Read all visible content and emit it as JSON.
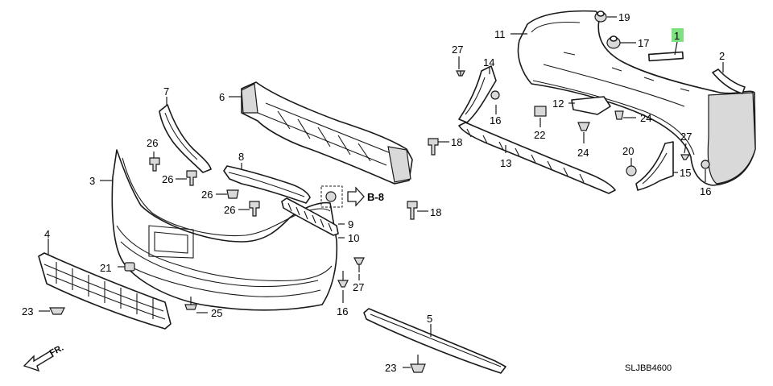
{
  "diagram": {
    "code": "SLJBB4600",
    "reference_label": "B-8",
    "direction_label": "FR.",
    "highlight_color": "#7fe07f",
    "highlighted_callout": "1",
    "callouts": {
      "c1": "1",
      "c2": "2",
      "c3": "3",
      "c4": "4",
      "c5": "5",
      "c6": "6",
      "c7": "7",
      "c8": "8",
      "c9": "9",
      "c10": "10",
      "c11": "11",
      "c12": "12",
      "c13": "13",
      "c14": "14",
      "c15": "15",
      "c16a": "16",
      "c16b": "16",
      "c16c": "16",
      "c17": "17",
      "c18a": "18",
      "c18b": "18",
      "c19": "19",
      "c20": "20",
      "c21": "21",
      "c22": "22",
      "c23a": "23",
      "c23b": "23",
      "c24a": "24",
      "c24b": "24",
      "c25": "25",
      "c26a": "26",
      "c26b": "26",
      "c26c": "26",
      "c26d": "26",
      "c27a": "27",
      "c27b": "27",
      "c27c": "27"
    }
  }
}
